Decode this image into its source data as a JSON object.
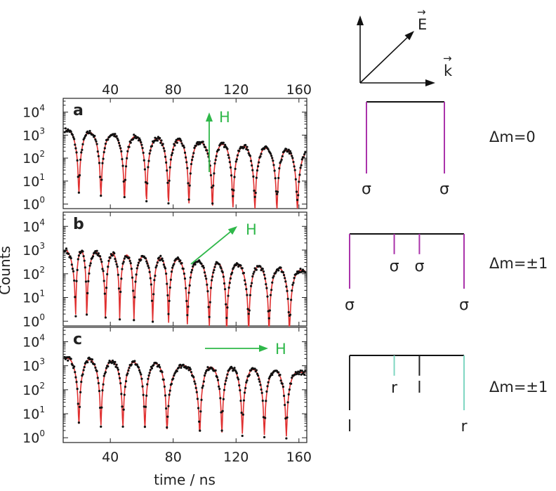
{
  "chart_data": {
    "type": "scatter",
    "xlabel": "time / ns",
    "ylabel": "Counts",
    "xlim": [
      10,
      165
    ],
    "ylim_log10": [
      -0.2,
      4.6
    ],
    "x_ticks": [
      40,
      80,
      120,
      160
    ],
    "y_ticks": [
      {
        "base": "10",
        "exp": "4",
        "value": 10000
      },
      {
        "base": "10",
        "exp": "3",
        "value": 1000
      },
      {
        "base": "10",
        "exp": "2",
        "value": 100
      },
      {
        "base": "10",
        "exp": "1",
        "value": 10
      },
      {
        "base": "10",
        "exp": "0",
        "value": 1
      }
    ],
    "colors": {
      "data": "#111111",
      "fit": "#e03030",
      "field": "#2fb84a",
      "sigma": "#aa33aa",
      "circular": "#7fd6c2",
      "frame": "#222222"
    },
    "panels": [
      {
        "label": "a",
        "field_label": "H",
        "field_direction": "up",
        "envelope": {
          "A": 3.2,
          "tau": 70,
          "floor": 0.35
        },
        "minima": [
          20,
          34,
          49,
          63,
          77,
          90,
          105,
          118,
          132,
          146,
          159
        ]
      },
      {
        "label": "b",
        "field_label": "H",
        "field_direction": "diagonal",
        "envelope": {
          "A": 3.0,
          "tau": 75,
          "floor": 0.5
        },
        "minima": [
          18,
          25,
          37,
          46,
          55,
          67,
          77,
          89,
          103,
          114,
          128,
          141,
          154
        ]
      },
      {
        "label": "c",
        "field_label": "H",
        "field_direction": "right",
        "envelope": {
          "A": 3.3,
          "tau": 110,
          "floor": 1.2
        },
        "minima": [
          20,
          34,
          48,
          62,
          76,
          97,
          111,
          124,
          138,
          152
        ]
      }
    ]
  },
  "vectors": {
    "e_label": "E",
    "k_label": "k",
    "arrow": "→"
  },
  "spectra": [
    {
      "delta_label": "Δm=0",
      "lines": [
        {
          "pos": 0,
          "len": 1.0,
          "color": "sigma",
          "label": "σ"
        },
        {
          "pos": 1,
          "len": 1.0,
          "color": "sigma",
          "label": "σ"
        }
      ]
    },
    {
      "delta_label": "Δm=±1",
      "lines": [
        {
          "pos": 0,
          "len": 1.0,
          "color": "sigma",
          "label": "σ"
        },
        {
          "pos": 0.39,
          "len": 0.37,
          "color": "sigma",
          "label": "σ"
        },
        {
          "pos": 0.61,
          "len": 0.37,
          "color": "sigma",
          "label": "σ"
        },
        {
          "pos": 1,
          "len": 1.0,
          "color": "sigma",
          "label": "σ"
        }
      ]
    },
    {
      "delta_label": "Δm=±1",
      "lines": [
        {
          "pos": 0,
          "len": 1.0,
          "color": "dark",
          "label": "l"
        },
        {
          "pos": 0.39,
          "len": 0.37,
          "color": "circular",
          "label": "r"
        },
        {
          "pos": 0.61,
          "len": 0.37,
          "color": "dark",
          "label": "l"
        },
        {
          "pos": 1,
          "len": 1.0,
          "color": "circular",
          "label": "r"
        }
      ]
    }
  ]
}
